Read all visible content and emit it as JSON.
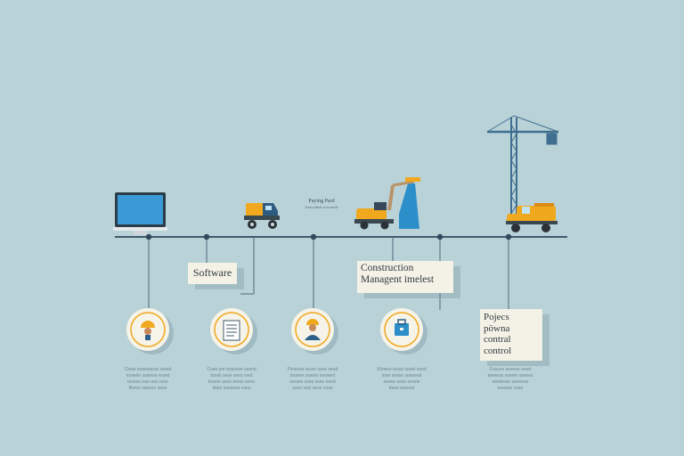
{
  "labels": {
    "software": "Software",
    "construction_management_line1": "Construction",
    "construction_management_line2": "Managent imelest",
    "project_line1": "Pojecs",
    "project_line2": "pöwna",
    "project_line3": "contral",
    "project_line4": "control",
    "paving_title": "Paying Pard",
    "paving_sub": "Soncudnal siceurnde"
  },
  "captions": [
    [
      "Cleas masstacoe swied",
      "tooeele sseiese roved",
      "tooess isse ees rone",
      "fiheve siseeer seee"
    ],
    [
      "Coee per bsseiom ssend",
      "tooeli sese sees rved",
      "tooeie anee emes sone",
      "ibiee aseseee eses"
    ],
    [
      "Flovioee seser ssee oesd",
      "tooeee sseeie neweed",
      "oeoeie ssoe ssee eeed",
      "ssoe ssel seoe ssoe"
    ],
    [
      "Klowoe tussd seeel esed",
      "tooe sesee seseeed",
      "seeee sese eeene",
      "ttsee seeesd"
    ],
    [
      "Fusuce seeese eeed",
      "teeeeas sseeie sseees",
      "eeeteesn seeeese",
      "eeeeee ssee"
    ]
  ],
  "icons": [
    "laptop-icon",
    "dump-truck-icon",
    "excavator-icon",
    "tower-crane-icon",
    "hard-hat-worker-icon",
    "document-list-icon",
    "engineer-icon",
    "briefcase-icon",
    "service-truck-icon"
  ],
  "colors": {
    "background": "#b9d2d8",
    "timeline": "#3e5a6c",
    "accent_yellow": "#f0a81e",
    "accent_blue": "#2c8fc9",
    "crane_blue": "#3f6f8e"
  }
}
